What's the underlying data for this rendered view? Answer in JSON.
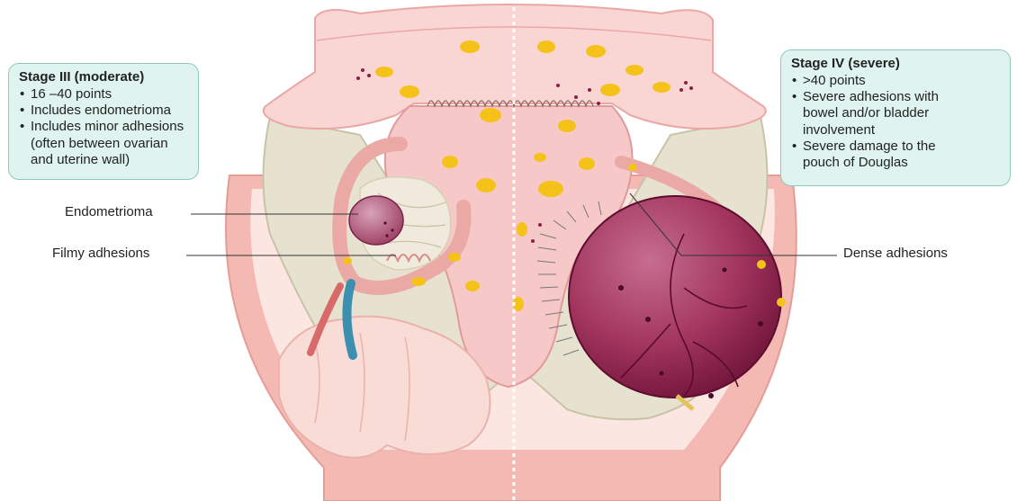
{
  "stage_left": {
    "title": "Stage III (moderate)",
    "bullets": [
      "16 –40 points",
      "Includes endometrioma",
      "Includes minor adhesions",
      "(often between ovarian",
      "and uterine wall)"
    ]
  },
  "stage_right": {
    "title": "Stage IV (severe)",
    "bullets": [
      ">40 points",
      "Severe adhesions with",
      "bowel and/or bladder",
      "involvement",
      "Severe damage to the",
      "pouch of Douglas"
    ]
  },
  "callouts": {
    "endometrioma": "Endometrioma",
    "filmy": "Filmy adhesions",
    "dense": "Dense adhesions"
  },
  "colors": {
    "uterus": "#f6c9c8",
    "pelvis_bone": "#e6e2cf",
    "pelvis_wall": "#f0b4ae",
    "lesion": "#f5c21a",
    "cyst": "#8d1e4b",
    "box_fill": "#dff3ef",
    "box_border": "#8fc9bd"
  }
}
